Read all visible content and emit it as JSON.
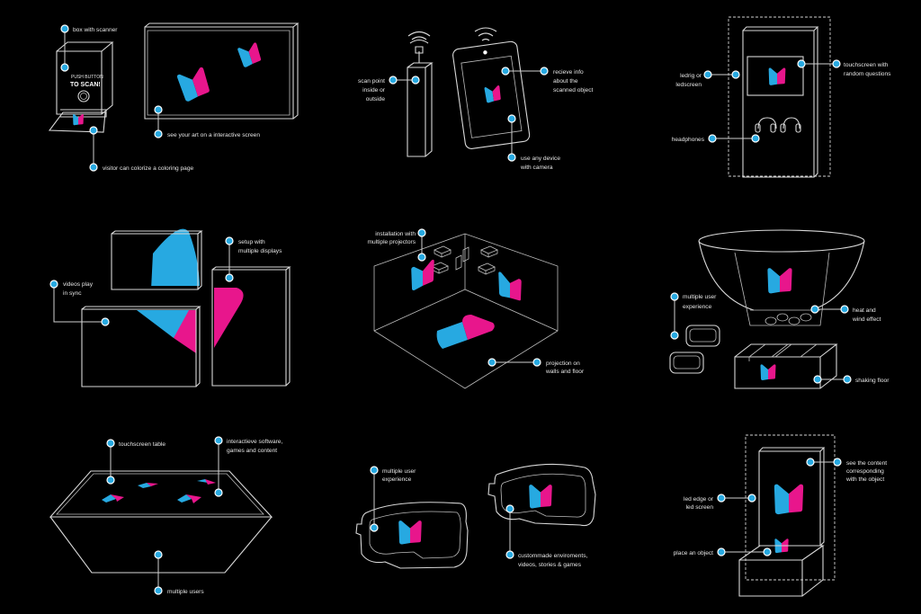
{
  "colors": {
    "background": "#000000",
    "line": "#d8d8d8",
    "dot": "#27a9e1",
    "logo_blue": "#27a9e1",
    "logo_pink": "#e8168c"
  },
  "icons": [
    "book-logo-icon",
    "wifi-signal-icon",
    "headphones-icon",
    "vr-headset-icon",
    "projector-icon",
    "scan-button-icon"
  ],
  "panels": {
    "scanner": {
      "box_label": "box with scanner",
      "push_small": "PUSH BUTTON",
      "push_big": "TO SCAN!",
      "screen_label": "see your art on a interactive screen",
      "page_label": "visitor can colorize a coloring page"
    },
    "scanpoint": {
      "scan_label": [
        "scan point",
        "inside or",
        "outside"
      ],
      "info_label": [
        "recieve info",
        "about the",
        "scanned object"
      ],
      "device_label": [
        "use any device",
        "with camera"
      ]
    },
    "kiosk": {
      "led_label": [
        "ledrig or",
        "ledscreen"
      ],
      "touch_label": [
        "touchscreen with",
        "random questions"
      ],
      "headphones_label": "headphones"
    },
    "displays": {
      "sync_label": [
        "videos play",
        "in sync"
      ],
      "setup_label": [
        "setup with",
        "multiple displays"
      ]
    },
    "projection": {
      "projectors_label": [
        "installation with",
        "multiple projectors"
      ],
      "walls_label": [
        "projection on",
        "walls and floor"
      ]
    },
    "dome": {
      "users_label": [
        "multiple user",
        "experience"
      ],
      "heat_label": [
        "heat and",
        "wind effect"
      ],
      "floor_label": "shaking floor"
    },
    "table": {
      "touch_label": "touchscreen table",
      "software_label": [
        "interactieve software,",
        "games and content"
      ],
      "users_label": "multiple users"
    },
    "vr": {
      "users_label": [
        "multiple user",
        "experience"
      ],
      "custom_label": [
        "custommade enviroments,",
        "videos, stories & games"
      ]
    },
    "showcase": {
      "content_label": [
        "see the content",
        "corresponding",
        "with the object"
      ],
      "led_label": [
        "led edge or",
        "led screen"
      ],
      "object_label": "place an object"
    }
  }
}
